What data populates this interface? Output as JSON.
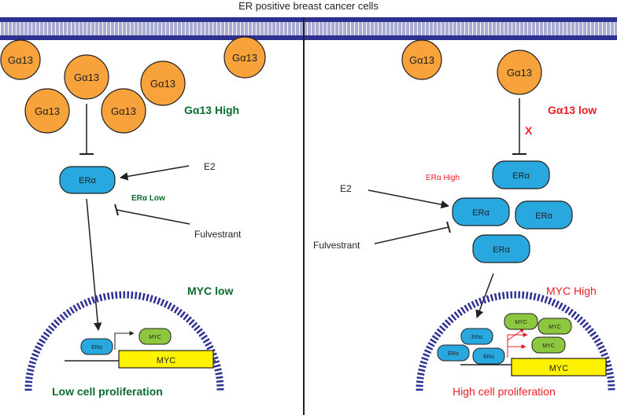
{
  "title": "ER positive breast cancer cells",
  "colors": {
    "gq_fill": "#F7A23B",
    "er_fill": "#29A8E0",
    "myc_green": "#8DC63F",
    "gene_yellow": "#FFF200",
    "membrane": "#2E3192",
    "nucleus": "#2E3192",
    "dark_green": "#0B6B2F",
    "red": "#ED1C24",
    "black": "#231F20"
  },
  "left": {
    "g_proteins": [
      "Gα13",
      "Gα13",
      "Gα13",
      "Gα13",
      "Gα13",
      "Gα13"
    ],
    "status_label": "Gα13 High",
    "receptor": "ERα",
    "receptor_status": "ERα Low",
    "ligand": "E2",
    "drug": "Fulvestrant",
    "myc_status": "MYC low",
    "tf_label": "ERα",
    "protein_label": "MYC",
    "gene_label": "MYC",
    "outcome": "Low cell proliferation"
  },
  "right": {
    "g_proteins": [
      "Gα13",
      "Gα13"
    ],
    "status_label": "Gα13 low",
    "block_mark": "X",
    "receptor_status": "ERα High",
    "receptors": [
      "ERα",
      "ERα",
      "ERα",
      "ERα"
    ],
    "ligand": "E2",
    "drug": "Fulvestrant",
    "myc_status": "MYC High",
    "tf_labels": [
      "ERα",
      "ERα",
      "ERα"
    ],
    "proteins": [
      "MYC",
      "MYC",
      "MYC"
    ],
    "gene_label": "MYC",
    "outcome": "High cell proliferation"
  }
}
